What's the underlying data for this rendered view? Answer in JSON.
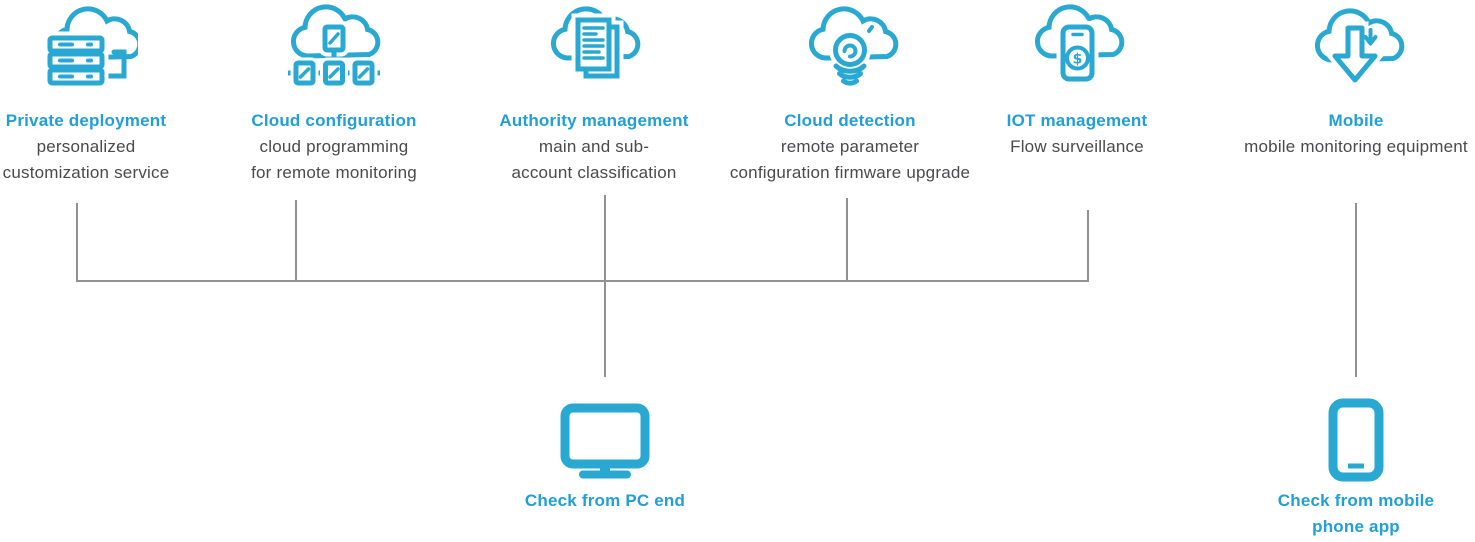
{
  "colors": {
    "accent": "#29a8d2",
    "subtitle_gray": "#4a4a4c",
    "connector_gray": "#919191"
  },
  "features": [
    {
      "icon": "cloud-server-icon",
      "title": "Private deployment",
      "subtitle_lines": [
        "personalized",
        "customization service"
      ]
    },
    {
      "icon": "cloud-network-icon",
      "title": "Cloud configuration",
      "subtitle_lines": [
        "cloud programming",
        "for remote monitoring"
      ]
    },
    {
      "icon": "cloud-document-icon",
      "title": "Authority management",
      "subtitle_lines": [
        "main and sub-",
        "account classification"
      ]
    },
    {
      "icon": "cloud-detection-icon",
      "title": "Cloud detection",
      "subtitle_lines": [
        "remote parameter",
        "configuration firmware upgrade"
      ]
    },
    {
      "icon": "cloud-phone-icon",
      "title": "IOT management",
      "subtitle_lines": [
        "Flow surveillance"
      ]
    },
    {
      "icon": "cloud-download-icon",
      "title": "Mobile",
      "subtitle_lines": [
        "mobile monitoring equipment"
      ]
    }
  ],
  "endpoints": {
    "pc": {
      "icon": "desktop-monitor-icon",
      "label": "Check from PC end"
    },
    "mobile": {
      "icon": "mobile-phone-icon",
      "label_lines": [
        "Check from mobile",
        "phone app"
      ]
    }
  }
}
